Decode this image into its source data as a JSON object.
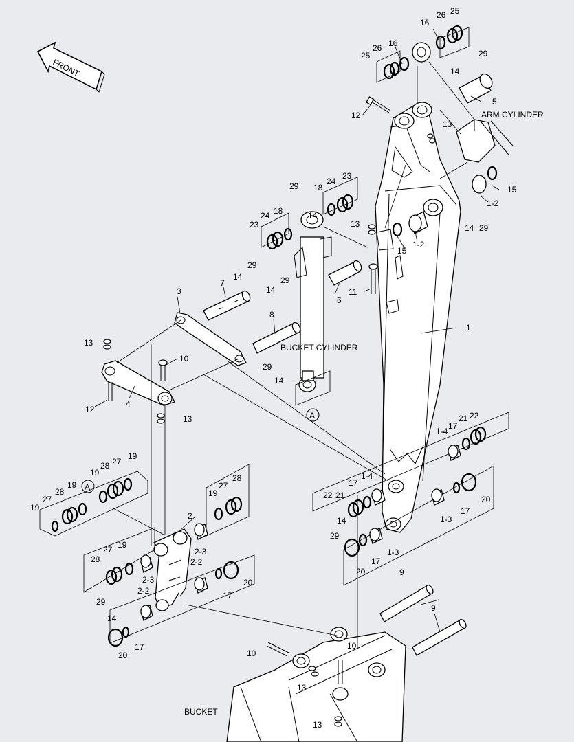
{
  "labels": {
    "front": "FRONT",
    "arm_cylinder": "ARM CYLINDER",
    "bucket_cylinder": "BUCKET CYLINDER",
    "bucket": "BUCKET",
    "ref_a": "A"
  },
  "callouts": {
    "c1": "1",
    "c1_2": "1-2",
    "c1_3": "1-3",
    "c1_4": "1-4",
    "c2": "2",
    "c2_2": "2-2",
    "c2_3": "2-3",
    "c3": "3",
    "c4": "4",
    "c5": "5",
    "c6": "6",
    "c7": "7",
    "c8": "8",
    "c9": "9",
    "c10": "10",
    "c11": "11",
    "c12": "12",
    "c13": "13",
    "c14": "14",
    "c15": "15",
    "c16": "16",
    "c17": "17",
    "c18": "18",
    "c19": "19",
    "c20": "20",
    "c21": "21",
    "c22": "22",
    "c23": "23",
    "c24": "24",
    "c25": "25",
    "c26": "26",
    "c27": "27",
    "c28": "28",
    "c29": "29"
  }
}
